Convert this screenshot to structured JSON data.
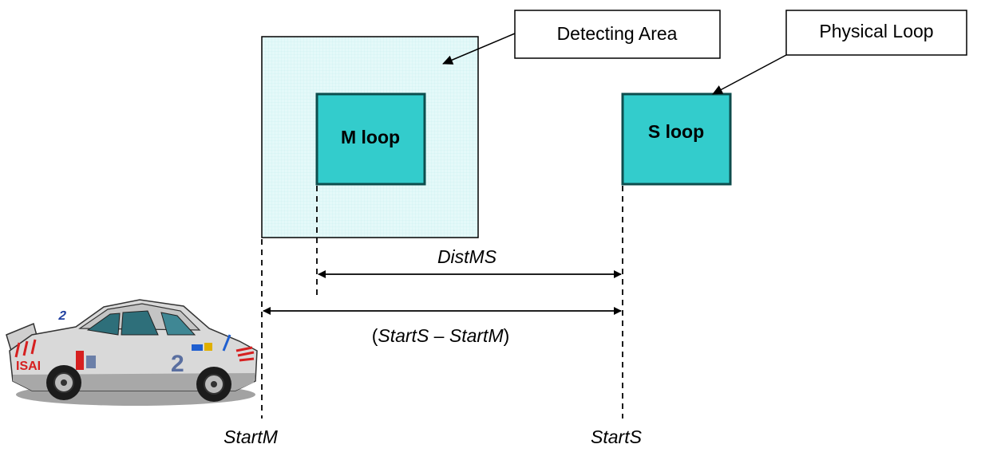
{
  "callouts": {
    "detecting_area": "Detecting Area",
    "physical_loop": "Physical Loop"
  },
  "loops": {
    "m_loop": "M loop",
    "s_loop": "S loop"
  },
  "dimensions": {
    "dist_ms": "DistMS",
    "span_open": "(",
    "span_startS": "StartS",
    "span_dash": " – ",
    "span_startM": "StartM",
    "span_close": ")"
  },
  "markers": {
    "start_m": "StartM",
    "start_s": "StartS"
  },
  "colors": {
    "detecting_area_fill": "#e4f9f9",
    "loop_fill": "#33cccc",
    "loop_border": "#0d4d4d"
  },
  "car": {
    "number": "2",
    "side_text": "ISAI"
  }
}
